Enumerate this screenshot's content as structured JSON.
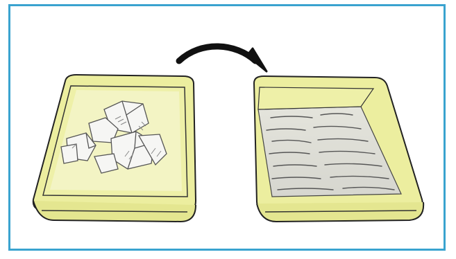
{
  "illustration": {
    "left_tray": {
      "contents": "ice-cubes",
      "color": "#ecee9f"
    },
    "right_tray": {
      "contents": "water",
      "color": "#ecee9f"
    },
    "arrow": {
      "direction": "left-to-right",
      "color": "#111111"
    },
    "frame_color": "#3aa3cf"
  }
}
